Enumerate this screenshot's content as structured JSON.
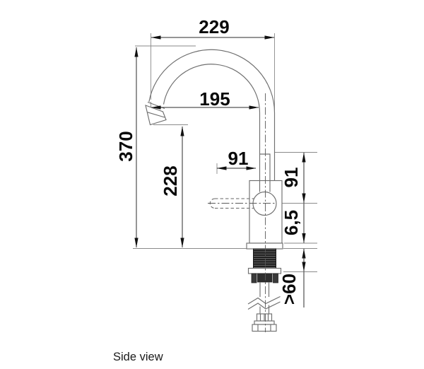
{
  "caption": "Side view",
  "drawing_type": "faucet technical dimension drawing",
  "dims": {
    "overall_reach": "229",
    "outlet_reach": "195",
    "overall_height": "370",
    "outlet_height": "228",
    "lever_reach": "91",
    "upper_height": "91",
    "base_thickness": "6,5",
    "clearance_below": ">60"
  }
}
